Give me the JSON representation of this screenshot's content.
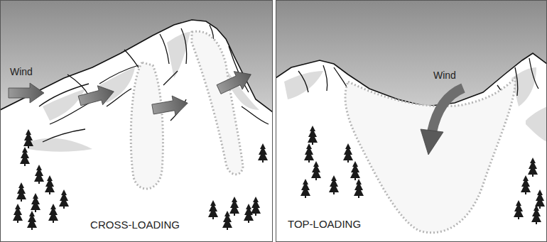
{
  "diagram": {
    "labels": [
      "Wind",
      "CROSS-LOADING",
      "Wind",
      "TOP-LOADING"
    ]
  }
}
